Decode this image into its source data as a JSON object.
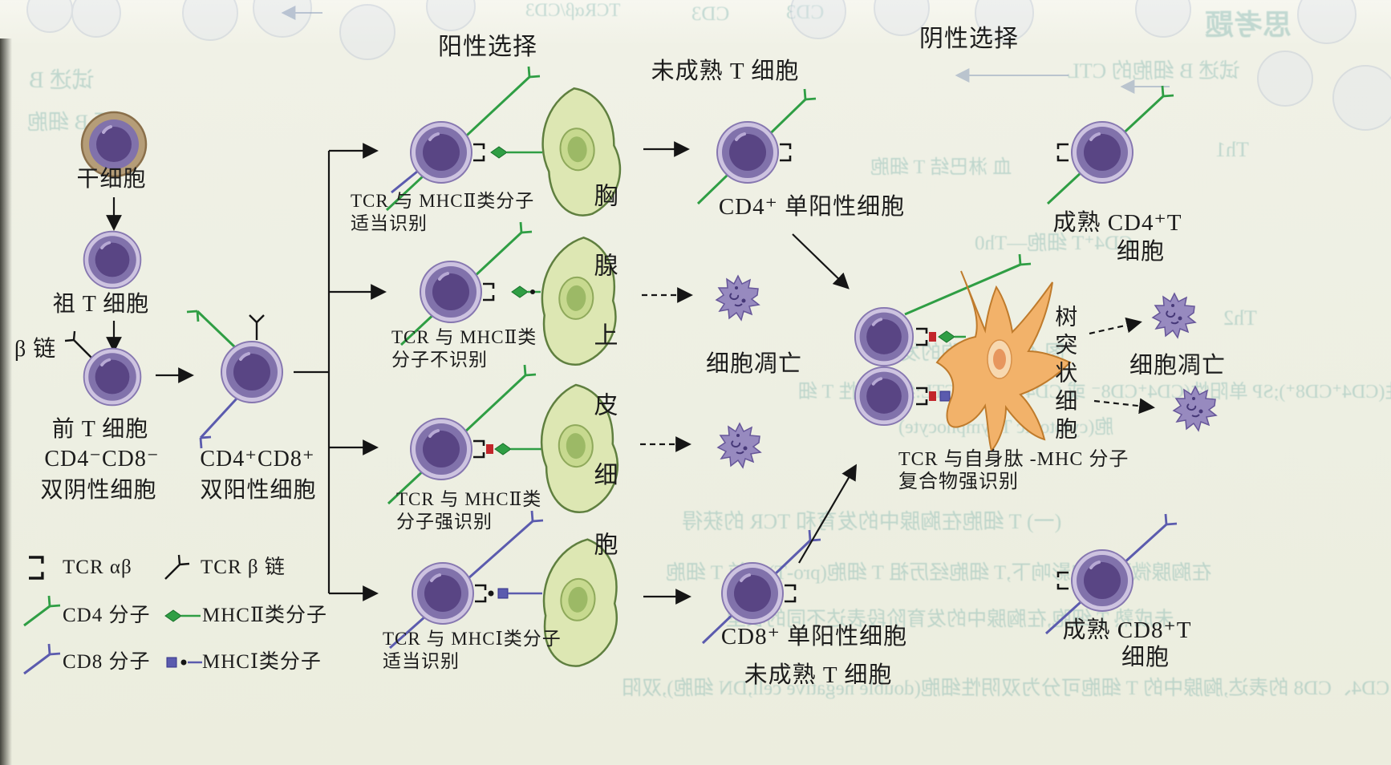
{
  "labels": {
    "positive_selection": "阳性选择",
    "negative_selection": "阴性选择",
    "immature_t_top": "未成熟 T 细胞",
    "immature_t_bottom": "未成熟 T 细胞",
    "stem_cell": "干细胞",
    "pro_t_cell": "祖 T 细胞",
    "beta_chain": "β 链",
    "pre_t_cell": "前 T 细胞",
    "pre_t_phenotype": "CD4⁻CD8⁻",
    "double_negative": "双阴性细胞",
    "dp_phenotype": "CD4⁺CD8⁺",
    "double_positive": "双阳性细胞",
    "branch1_line1": "TCR 与 MHCⅡ类分子",
    "branch1_line2": "适当识别",
    "branch2_line1": "TCR 与 MHCⅡ类",
    "branch2_line2": "分子不识别",
    "branch3_line1": "TCR 与 MHCⅡ类",
    "branch3_line2": "分子强识别",
    "branch4_line1": "TCR 与 MHCⅠ类分子",
    "branch4_line2": "适当识别",
    "thymic_epithelium": "胸腺上皮细胞",
    "cd4_single_positive": "CD4⁺ 单阳性细胞",
    "cd8_single_positive": "CD8⁺ 单阳性细胞",
    "apoptosis_left": "细胞凋亡",
    "apoptosis_right": "细胞凋亡",
    "mature_cd4_line1": "成熟 CD4⁺T",
    "mature_cd4_line2": "细胞",
    "mature_cd8_line1": "成熟 CD8⁺T",
    "mature_cd8_line2": "细胞",
    "dendritic_cell": "树突状细胞",
    "dc_recognition_line1": "TCR 与自身肽 -MHC 分子",
    "dc_recognition_line2": "复合物强识别"
  },
  "legend": {
    "tcr_ab": "TCR αβ",
    "tcr_beta": "TCR β 链",
    "cd4": "CD4 分子",
    "mhc2": "MHCⅡ类分子",
    "cd8": "CD8 分子",
    "mhc1": "MHCⅠ类分子"
  },
  "icons": [
    "tcr-ab-icon",
    "tcr-beta-icon",
    "cd4-molecule-icon",
    "mhc2-molecule-icon",
    "cd8-molecule-icon",
    "mhc1-molecule-icon"
  ],
  "colors": {
    "mhc2_green": "#2f9e44",
    "cd8_blue": "#5b5bae",
    "strong_red": "#c2252a",
    "cell_purple": "#8172ab",
    "epithelium_green": "#dde7b3",
    "dendritic_orange": "#f2b26a",
    "ghost_teal": "#4f9a96"
  },
  "ghost_text": [
    "思考题",
    "TCRαβ/CD3",
    "CD3",
    "CD3",
    "试述 B 细胞的 CTL",
    "Th1",
    "Th2",
    "CD4⁺T 细胞—Th0",
    "图 40-1 T 细胞的发育",
    "阳性(CD4⁺CD8⁺);SP 单阳性(CD4⁺CD8⁻ 或 CD4⁻CD8⁺);CTL:细胞毒性 T 细",
    "胞(cytotoxic T lymphocyte)",
    "(一) T 细胞在胸腺中的发育和 TCR 的获得",
    "在胸腺微环境的影响下,T 细胞经历祖 T 细胞(pro-T)→前 T 细胞",
    "未成熟 T 细胞,在胸腺中的发育阶段表达不同的表型",
    "CD4、CD8 的表达,胸腺中的 T 细胞可分为双阴性细胞(double negative cell,DN 细胞),双阳",
    "血 淋巴结 T 细胞",
    "试述 B",
    "还 B 细胞"
  ]
}
